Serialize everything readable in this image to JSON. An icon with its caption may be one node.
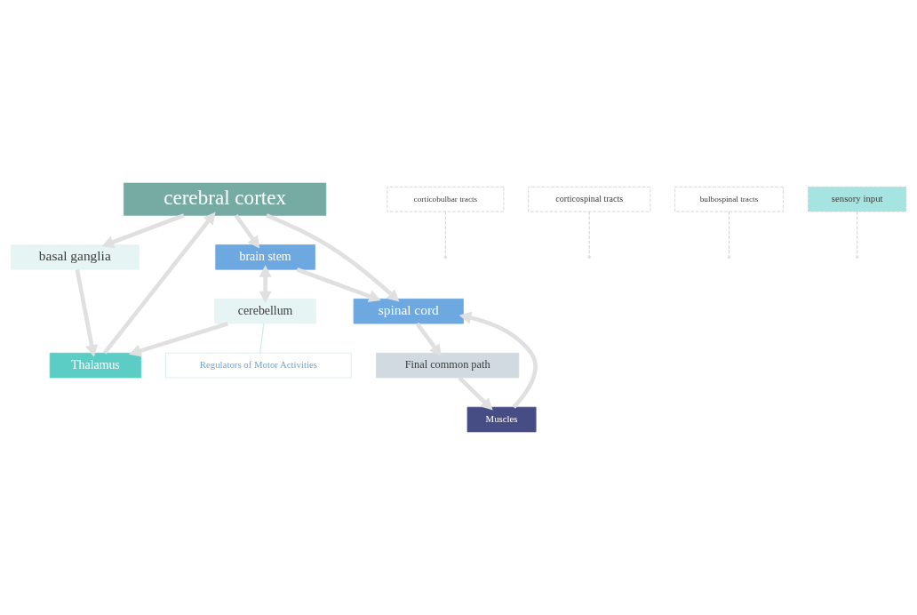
{
  "diagram": {
    "nodes": [
      {
        "text": [
          "cerebral cortex"
        ]
      },
      {
        "text": [
          "basal ganglia"
        ]
      },
      {
        "text": [
          "Thalamus"
        ]
      },
      {
        "text": [
          "corticobulbar tracts"
        ]
      },
      {
        "text": [
          "corticospinal tracts"
        ]
      },
      {
        "text": [
          "brain stem"
        ]
      },
      {
        "text": [
          "cerebellum"
        ]
      },
      {
        "text": [
          "Regulators of Motor Activities"
        ]
      },
      {
        "text": [
          "bulbospinal tracts"
        ]
      },
      {
        "text": [
          "sensory input"
        ]
      },
      {
        "text": [
          "spinal cord"
        ]
      },
      {
        "text": [
          "Muscles"
        ]
      },
      {
        "text": [
          "Final common path"
        ]
      }
    ],
    "edges": [
      {
        "from": 0,
        "to": 1,
        "arrow": "to"
      },
      {
        "from": 1,
        "to": 2,
        "arrow": "to"
      },
      {
        "from": 2,
        "to": 0,
        "arrow": "to"
      },
      {
        "from": 6,
        "to": 2,
        "arrow": "to"
      },
      {
        "from": 0,
        "to": 5,
        "arrow": "to"
      },
      {
        "from": 0,
        "to": 10,
        "arrow": "to"
      },
      {
        "from": 5,
        "to": 6,
        "arrow": "both"
      },
      {
        "from": 5,
        "to": 10,
        "arrow": "to"
      },
      {
        "from": 10,
        "to": 12,
        "arrow": "to"
      },
      {
        "from": 12,
        "to": 11,
        "arrow": "to"
      },
      {
        "from": 11,
        "to": 10,
        "arrow": "to"
      },
      {
        "from": 3,
        "to": null,
        "arrow": "none",
        "style": "dashed"
      },
      {
        "from": 4,
        "to": null,
        "arrow": "none",
        "style": "dashed"
      },
      {
        "from": 8,
        "to": null,
        "arrow": "none",
        "style": "dashed"
      },
      {
        "from": 9,
        "to": null,
        "arrow": "none",
        "style": "dashed"
      },
      {
        "from": 6,
        "to": 7,
        "arrow": "none",
        "color": "#c8ece8"
      }
    ]
  }
}
